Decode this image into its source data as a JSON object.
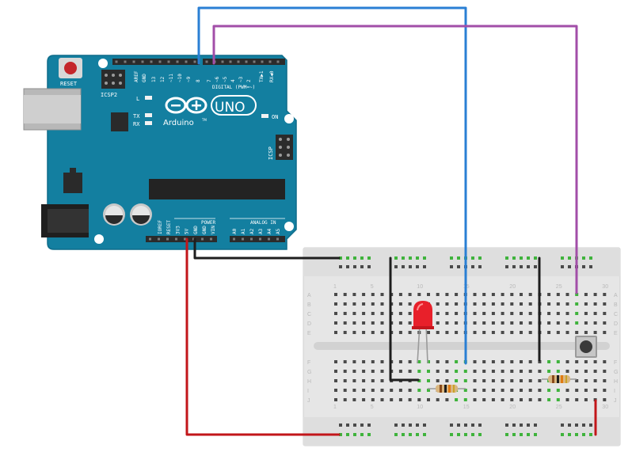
{
  "arduino": {
    "reset_label": "RESET",
    "icsp2_label": "ICSP2",
    "icsp_label": "ICSP",
    "brand_uno": "UNO",
    "brand_name": "Arduino",
    "brand_tm": "TM",
    "led_l": "L",
    "led_tx": "TX",
    "led_rx": "RX",
    "on_label": "ON",
    "digital_label": "DIGITAL (PWM=~)",
    "power_label": "POWER",
    "analog_label": "ANALOG IN",
    "top_pins": [
      "AREF",
      "GND",
      "13",
      "12",
      "~11",
      "~10",
      "~9",
      "8",
      "7",
      "~6",
      "~5",
      "4",
      "~3",
      "2",
      "TX▶1",
      "RX◀0"
    ],
    "power_pins": [
      "IOREF",
      "RESET",
      "3V3",
      "5V",
      "GND",
      "GND",
      "VIN"
    ],
    "analog_pins": [
      "A0",
      "A1",
      "A2",
      "A3",
      "A4",
      "A5"
    ],
    "colors": {
      "board": "#137fa0",
      "board_edge": "#0e6c8a",
      "header": "#2b2b2b"
    }
  },
  "breadboard": {
    "col_labels_top": [
      "1",
      "5",
      "10",
      "15",
      "20",
      "25",
      "30"
    ],
    "col_labels_bottom": [
      "1",
      "5",
      "10",
      "15",
      "20",
      "25",
      "30"
    ],
    "row_labels_top": [
      "A",
      "B",
      "C",
      "D",
      "E"
    ],
    "row_labels_bottom": [
      "F",
      "G",
      "H",
      "I",
      "J"
    ]
  },
  "wires": {
    "blue": "#2a7fd4",
    "purple": "#a24ea8",
    "black": "#1e1e1e",
    "red": "#c2161a"
  },
  "components": {
    "led_color": "#e8202a",
    "button_color": "#7a7a7a",
    "resistor_color": "#d9b680"
  }
}
